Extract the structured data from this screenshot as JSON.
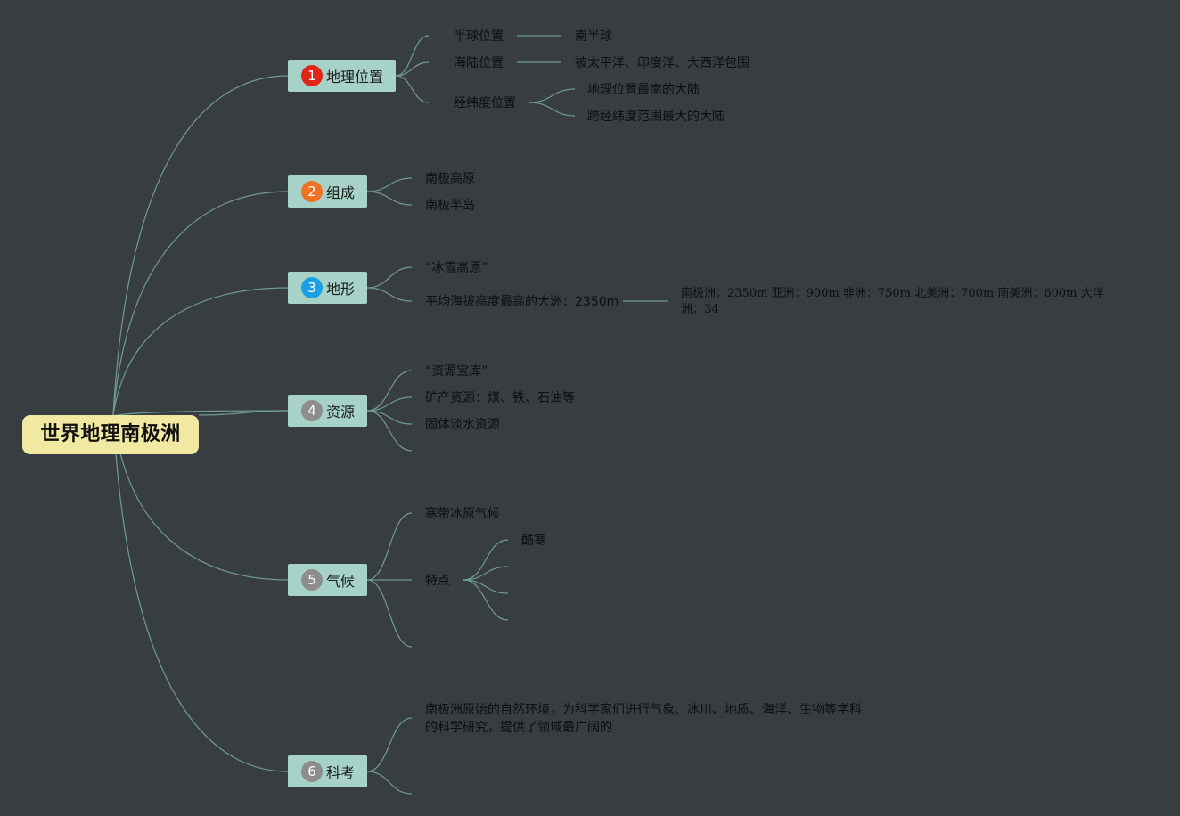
{
  "colors": {
    "background": "#373d40",
    "root_fill": "#f1e8a1",
    "branch_fill": "#a6d2c8",
    "edge": "#6f9c91",
    "badge_red": "#e2251a",
    "badge_orange": "#ee7124",
    "badge_blue": "#1aa0e3",
    "badge_gray": "#8d8d8d"
  },
  "root": {
    "title": "世界地理南极洲"
  },
  "branches": [
    {
      "number": "1",
      "label": "地理位置",
      "children": [
        {
          "label": "半球位置",
          "children": [
            {
              "label": "南半球"
            }
          ]
        },
        {
          "label": "海陆位置",
          "children": [
            {
              "label": "被太平洋、印度洋、大西洋包围"
            }
          ]
        },
        {
          "label": "经纬度位置",
          "children": [
            {
              "label": "地理位置最南的大陆"
            },
            {
              "label": "跨经纬度范围最大的大陆"
            }
          ]
        }
      ]
    },
    {
      "number": "2",
      "label": "组成",
      "children": [
        {
          "label": "南极高原"
        },
        {
          "label": "南极半岛"
        }
      ]
    },
    {
      "number": "3",
      "label": "地形",
      "children": [
        {
          "label": "“冰雪高原”"
        },
        {
          "label": "平均海拔高度最高的大洲：2350m",
          "children": [
            {
              "label": "南极洲：2350m 亚洲：900m 非洲：750m 北美洲：700m 南美洲：600m 大洋洲：34"
            }
          ]
        }
      ]
    },
    {
      "number": "4",
      "label": "资源",
      "children": [
        {
          "label": "“资源宝库”"
        },
        {
          "label": "矿产资源：煤、铁、石油等"
        },
        {
          "label": "固体淡水资源"
        },
        {
          "label": ""
        }
      ]
    },
    {
      "number": "5",
      "label": "气候",
      "children": [
        {
          "label": "寒带冰原气候"
        },
        {
          "label": "特点",
          "children": [
            {
              "label": "酷寒"
            },
            {
              "label": ""
            },
            {
              "label": ""
            },
            {
              "label": ""
            }
          ]
        },
        {
          "label": ""
        }
      ]
    },
    {
      "number": "6",
      "label": "科考",
      "children": [
        {
          "label": "南极洲原始的自然环境，为科学家们进行气象、冰川、地质、海洋、生物等学科的科学研究，提供了领域最广阔的"
        },
        {
          "label": ""
        }
      ]
    }
  ]
}
